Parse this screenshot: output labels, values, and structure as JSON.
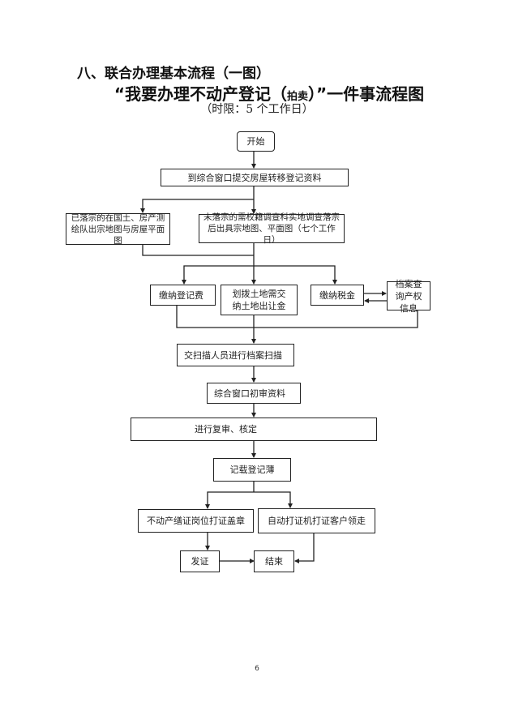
{
  "document": {
    "section_heading": "八、联合办理基本流程（一图）",
    "title_main_prefix": "“我要办理不动产登记（",
    "title_main_small": "拍卖",
    "title_main_suffix": "）”一件事流程图",
    "subtitle": "（时限：5 个工作日）",
    "page_number": "6"
  },
  "flowchart": {
    "start": "开始",
    "submit": "到综合窗口提交房屋转移登记资料",
    "branch_settled": "已落宗的在国土、房产测绘队出宗地图与房屋平面图",
    "branch_unsettled": "未落宗的需权籍调查科实地调查落宗后出具宗地图、平面图（七个工作日）",
    "pay_registration_fee": "缴纳登记费",
    "pay_land_transfer": "划拨土地需交纳土地出让金",
    "pay_tax": "缴纳税金",
    "archive_query": "档案查询产权信息",
    "scan": "交扫描人员进行档案扫描",
    "initial_review": "综合窗口初审资料",
    "re_review": "进行复审、核定",
    "register_book": "记载登记薄",
    "certificate_stamp": "不动产缮证岗位打证盖章",
    "self_print": "自动打证机打证客户领走",
    "issue_certificate": "发证",
    "end": "结束"
  }
}
